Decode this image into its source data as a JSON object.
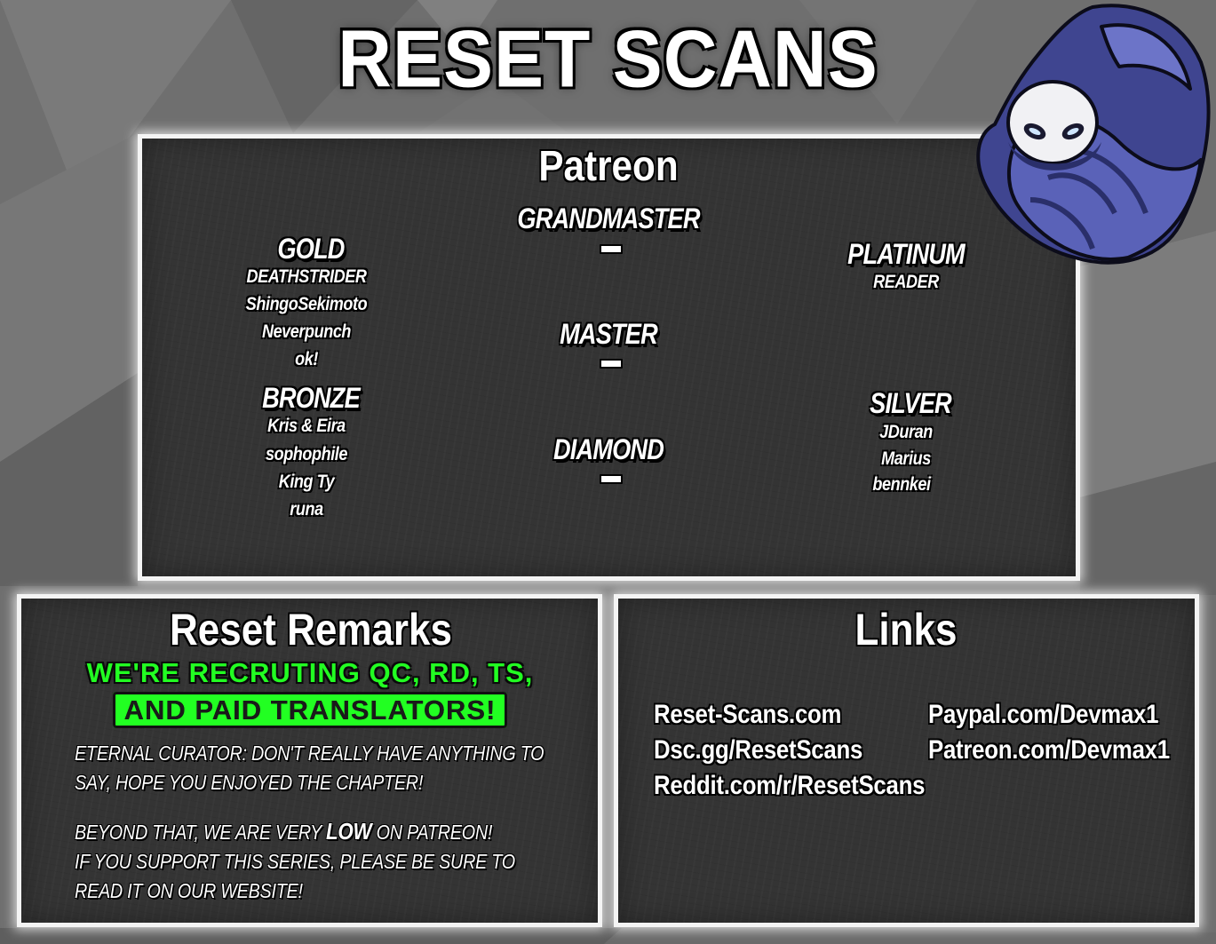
{
  "title": "RESET SCANS",
  "patreon": {
    "heading": "Patreon",
    "grandmaster": {
      "label": "GRANDMASTER",
      "members": []
    },
    "master": {
      "label": "MASTER",
      "members": []
    },
    "diamond": {
      "label": "DIAMOND",
      "members": []
    },
    "gold": {
      "label": "GOLD",
      "members": [
        "DEATHSTRIDER",
        "ShingoSekimoto",
        "Neverpunch",
        "ok!"
      ]
    },
    "bronze": {
      "label": "BRONZE",
      "members": [
        "Kris & Eira",
        "sophophile",
        "King Ty",
        "runa"
      ]
    },
    "platinum": {
      "label": "PLATINUM",
      "members": [
        "READER"
      ]
    },
    "silver": {
      "label": "SILVER",
      "members": [
        "JDuran",
        "Marius",
        "bennkei"
      ]
    }
  },
  "remarks": {
    "heading": "Reset Remarks",
    "recruit_line1": "WE'RE RECRUTING QC, RD, TS,",
    "recruit_line2": "AND PAID TRANSLATORS!",
    "curator_line1": "ETERNAL CURATOR: DON'T REALLY HAVE ANYTHING TO",
    "curator_line2": "SAY, HOPE YOU ENJOYED THE CHAPTER!",
    "beyond_pre": "BEYOND THAT, WE ARE VERY ",
    "beyond_low": "LOW",
    "beyond_post": " ON PATREON!",
    "support_line": "IF YOU SUPPORT THIS SERIES, PLEASE BE SURE TO",
    "website_line": "READ IT ON OUR WEBSITE!"
  },
  "links": {
    "heading": "Links",
    "left": [
      "Reset-Scans.com",
      "Dsc.gg/ResetScans",
      "Reddit.com/r/ResetScans"
    ],
    "right": [
      "Paypal.com/Devmax1",
      "Patreon.com/Devmax1"
    ]
  },
  "colors": {
    "background": "#6f6f6f",
    "panel": "#343434",
    "panel_border": "#f4f4f4",
    "recruit_green": "#22ff22",
    "mascot_cloak": "#5a62b8"
  }
}
